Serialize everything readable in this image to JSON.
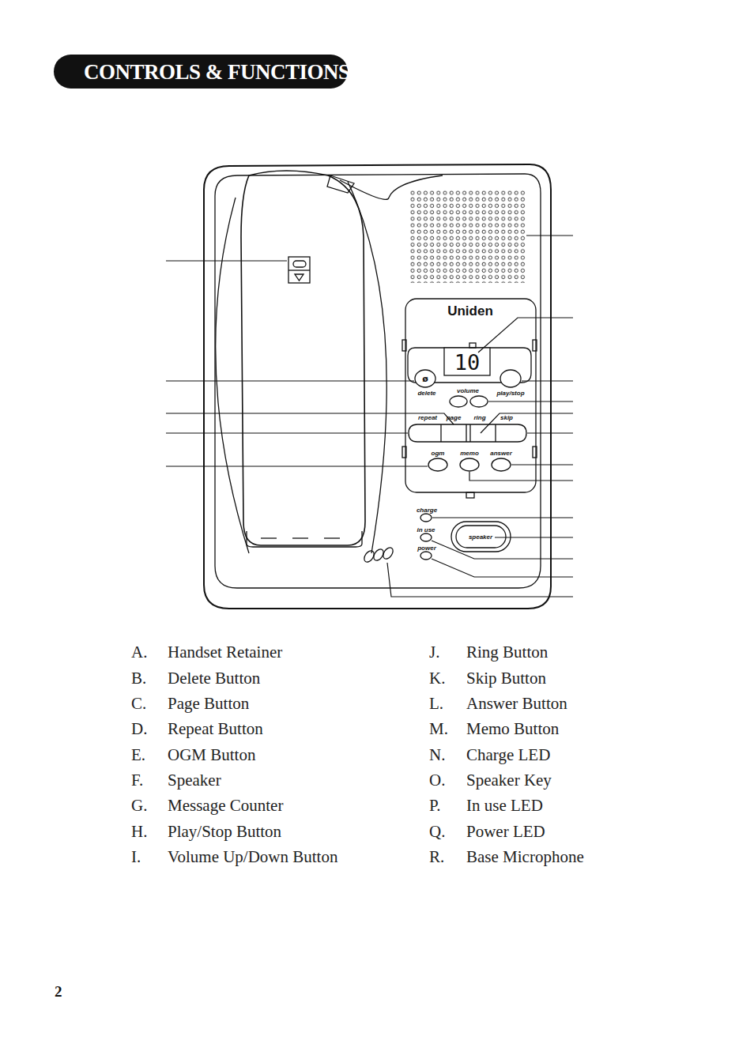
{
  "diagram": {
    "title": "CONTROLS & FUNCTIONS",
    "labels": [
      "Uniden",
      "10",
      "ø",
      "delete",
      "volume",
      "play/stop",
      "repeat",
      "page",
      "ring",
      "skip",
      "ogm",
      "memo",
      "answer",
      "charge",
      "in use",
      "power",
      "speaker",
      "A.",
      "Handset Retainer",
      "B.",
      "Delete Button",
      "C.",
      "Page Button",
      "D.",
      "Repeat Button",
      "E.",
      "OGM Button",
      "F.",
      "Speaker",
      "G.",
      "Message Counter",
      "H.",
      "Play/Stop Button",
      "I.",
      "Volume Up/Down Button",
      "J.",
      "Ring Button",
      "K.",
      "Skip Button",
      "L.",
      "Answer Button",
      "M.",
      "Memo Button",
      "N.",
      "Charge LED",
      "O.",
      "Speaker Key",
      "P.",
      "In use LED",
      "Q.",
      "Power LED",
      "R.",
      "Base Microphone",
      "2"
    ]
  }
}
